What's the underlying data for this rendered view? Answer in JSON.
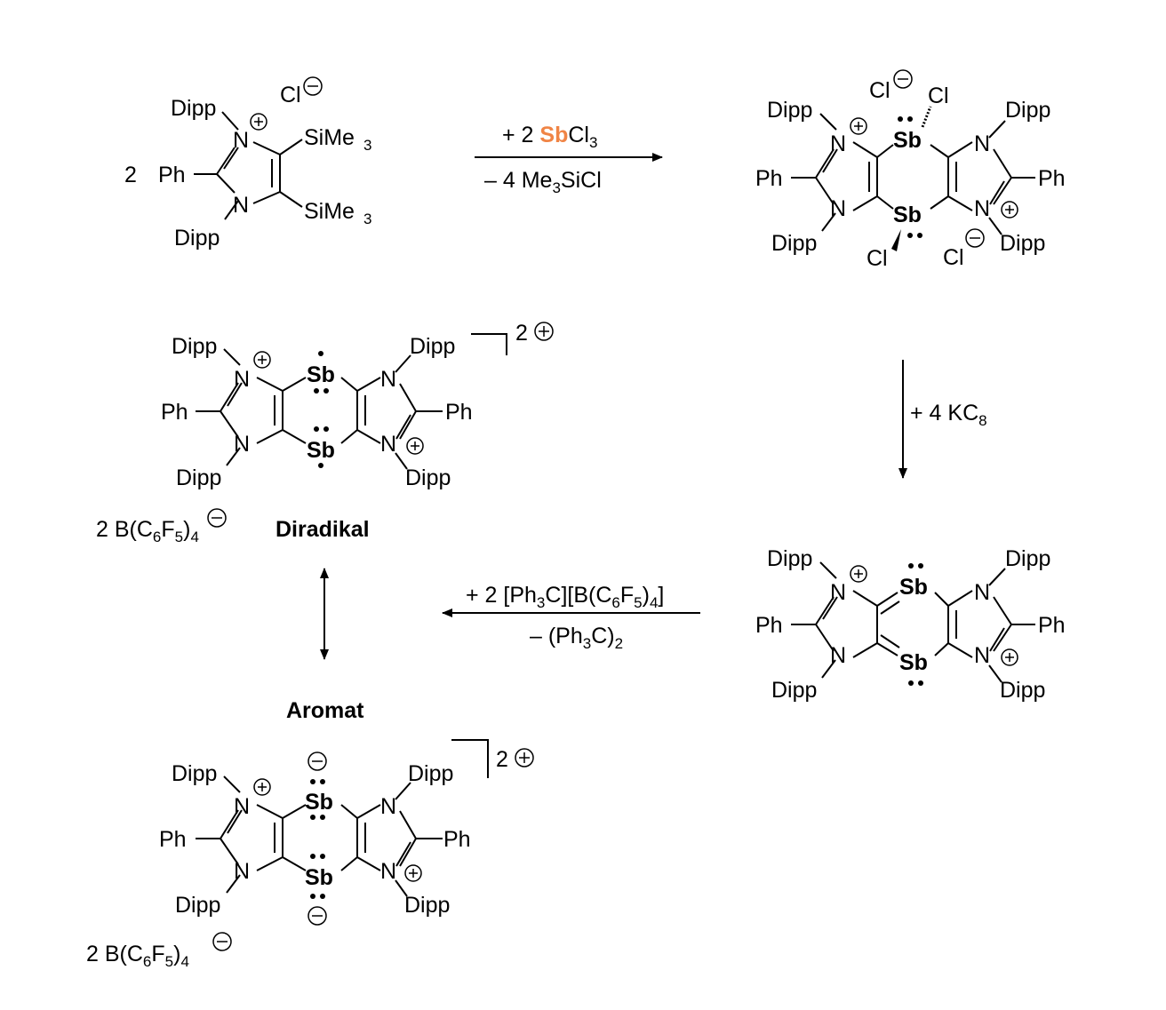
{
  "colors": {
    "ink": "#000000",
    "antimony": "#F08445",
    "background": "#FFFFFF"
  },
  "labels": {
    "N": "N",
    "Sb": "Sb",
    "Dipp": "Dipp",
    "Ph": "Ph",
    "Cl": "Cl",
    "SiMe": "SiMe",
    "sub_3": "3",
    "coef_2": "2",
    "charge_2plus": "2"
  },
  "reagents": {
    "step1_top_prefix": "+ 2 ",
    "step1_top_sb": "Sb",
    "step1_top_cl": "Cl",
    "step1_top_sub": "3",
    "step1_bottom_a": "– 4 Me",
    "step1_bottom_sub": "3",
    "step1_bottom_b": "SiCl",
    "step2_text": "+ 4 KC",
    "step2_sub": "8",
    "step3_top_a": "+ 2 [Ph",
    "step3_top_sub1": "3",
    "step3_top_b": "C][B(C",
    "step3_top_sub2": "6",
    "step3_top_c": "F",
    "step3_top_sub3": "5",
    "step3_top_d": ")",
    "step3_top_sub4": "4",
    "step3_top_e": "]",
    "step3_bottom_a": "– (Ph",
    "step3_bottom_sub1": "3",
    "step3_bottom_b": "C)",
    "step3_bottom_sub2": "2"
  },
  "counterion": {
    "a": "2 B(C",
    "sub1": "6",
    "b": "F",
    "sub2": "5",
    "c": ")",
    "sub3": "4"
  },
  "resonance": {
    "diradical": "Diradikal",
    "aromatic": "Aromat"
  }
}
